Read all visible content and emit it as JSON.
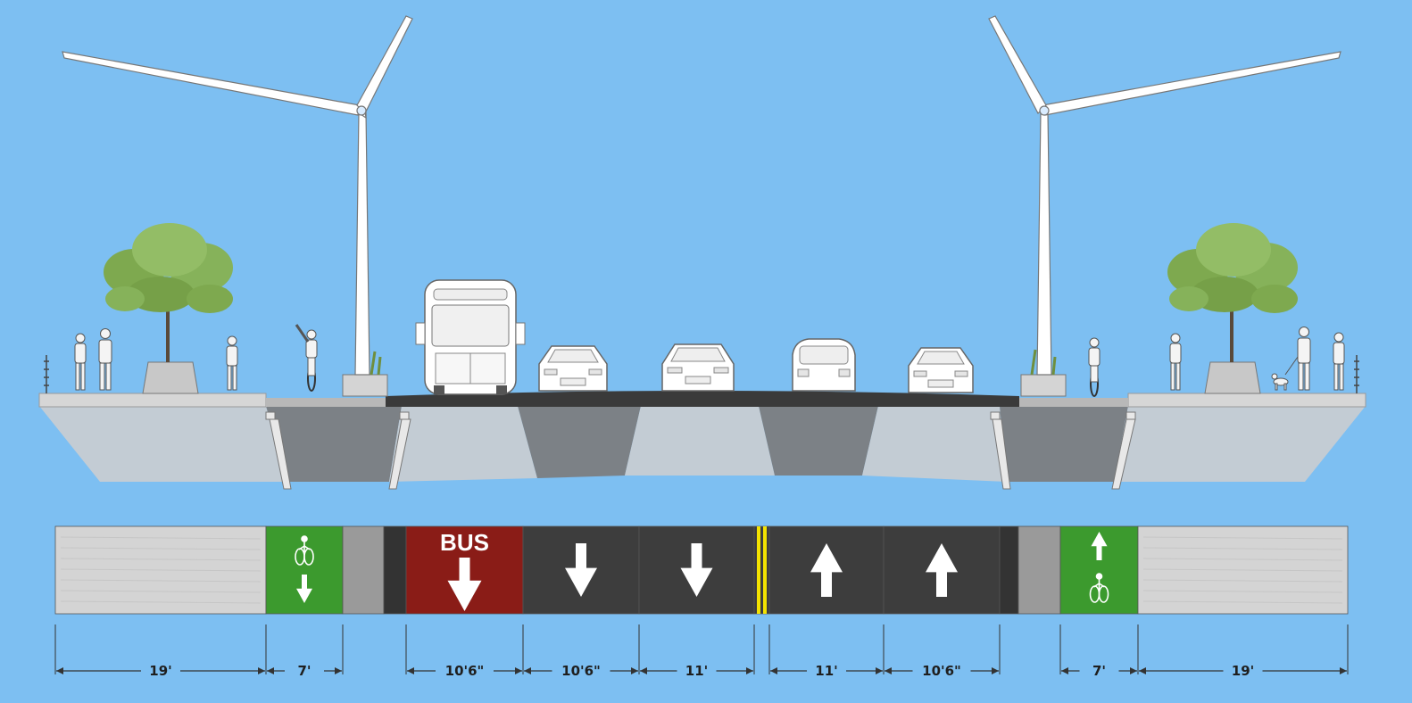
{
  "colors": {
    "sky": "#7dbff2",
    "sidewalk": "#d4d4d4",
    "bike_lane": "#3c9a2e",
    "buffer": "#9a9a9a",
    "asphalt": "#3d3d3d",
    "bus_lane": "#8a1c17",
    "center_line": "#f4e300",
    "marking": "#ffffff"
  },
  "segments": [
    {
      "kind": "sidewalk"
    },
    {
      "kind": "bike",
      "dir": "down",
      "icon": "bicycle-icon"
    },
    {
      "kind": "buffer"
    },
    {
      "kind": "curb"
    },
    {
      "kind": "bus",
      "label": "BUS",
      "dir": "down"
    },
    {
      "kind": "travel",
      "dir": "down"
    },
    {
      "kind": "travel",
      "dir": "down"
    },
    {
      "kind": "center-line"
    },
    {
      "kind": "travel",
      "dir": "up"
    },
    {
      "kind": "travel",
      "dir": "up"
    },
    {
      "kind": "curb"
    },
    {
      "kind": "buffer"
    },
    {
      "kind": "bike",
      "dir": "up",
      "icon": "bicycle-icon"
    },
    {
      "kind": "sidewalk"
    }
  ],
  "dimensions": [
    "19'",
    "7'",
    "10'6\"",
    "10'6\"",
    "11'",
    "11'",
    "10'6\"",
    "7'",
    "19'"
  ],
  "elevation": {
    "objects": [
      "tree",
      "pedestrian",
      "cyclist",
      "wind-turbine-light",
      "planter",
      "bus",
      "car",
      "dog"
    ]
  }
}
